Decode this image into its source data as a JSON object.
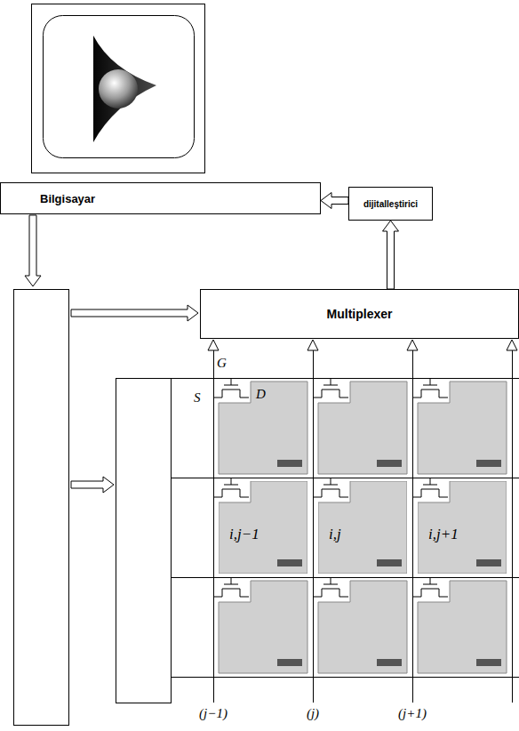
{
  "diagram": {
    "nodes": [
      {
        "text": [
          "Bilgisayar"
        ]
      },
      {
        "text": [
          "dijitalleştirici"
        ]
      },
      {
        "text": [
          "Multiplexer"
        ]
      },
      {
        "text": [
          "i,j−1"
        ]
      },
      {
        "text": [
          "i,j"
        ]
      },
      {
        "text": [
          "i,j+1"
        ]
      }
    ],
    "edges": [
      {
        "from": 1,
        "to": 0,
        "arrow": "to"
      },
      {
        "from": 2,
        "to": 1,
        "arrow": "to"
      }
    ],
    "labels": [
      "G",
      "S",
      "D",
      "(j−1)",
      "(j)",
      "(j+1)"
    ]
  }
}
